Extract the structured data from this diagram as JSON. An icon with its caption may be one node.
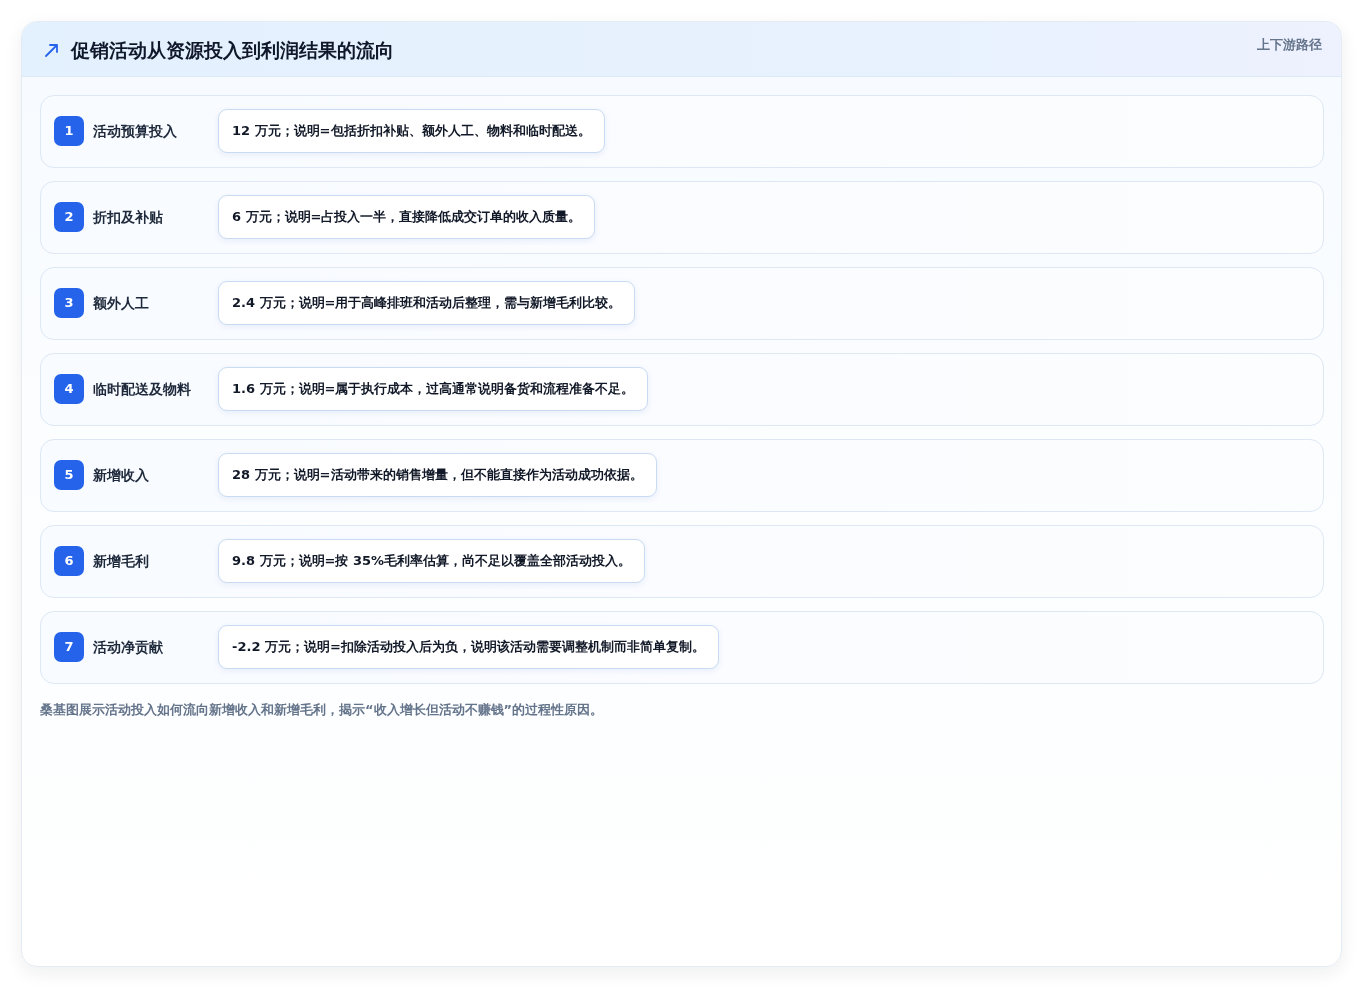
{
  "diagram": {
    "title": "促销活动从资源投入到利润结果的流向",
    "caption": "桑基图展示活动投入如何流向新增收入和新增毛利，揭示“收入增长但活动不赚钱”的过程性原因。",
    "labels": [
      "上下游路径"
    ],
    "nodes": [
      {
        "text": [
          "活动预算投入"
        ]
      },
      {
        "text": [
          "1"
        ],
        "in": 0
      },
      {
        "text": [
          "**12** 万元；说明=包括折扣补贴、额外人工、物料和临时配送。"
        ],
        "in": 0
      },
      {
        "text": [
          "折扣及补贴"
        ]
      },
      {
        "text": [
          "2"
        ],
        "in": 3
      },
      {
        "text": [
          "**6** 万元；说明=占投入一半，直接降低成交订单的收入质量。"
        ],
        "in": 3
      },
      {
        "text": [
          "额外人工"
        ]
      },
      {
        "text": [
          "3"
        ],
        "in": 6
      },
      {
        "text": [
          "**2.4** 万元；说明=用于高峰排班和活动后整理，需与新增毛利比较。"
        ],
        "in": 6
      },
      {
        "text": [
          "临时配送及物料"
        ]
      },
      {
        "text": [
          "4"
        ],
        "in": 9
      },
      {
        "text": [
          "**1.6** 万元；说明=属于执行成本，过高通常说明备货和流程准备不足。"
        ],
        "in": 9
      },
      {
        "text": [
          "新增收入"
        ]
      },
      {
        "text": [
          "5"
        ],
        "in": 12
      },
      {
        "text": [
          "**28** 万元；说明=活动带来的销售增量，但不能直接作为活动成功依据。"
        ],
        "in": 12
      },
      {
        "text": [
          "新增毛利"
        ]
      },
      {
        "text": [
          "6"
        ],
        "in": 15
      },
      {
        "text": [
          "**9.8** 万元；说明=按 **35%**毛利率估算，尚不足以覆盖全部活动投入。"
        ],
        "in": 15
      },
      {
        "text": [
          "活动净贡献"
        ]
      },
      {
        "text": [
          "7"
        ],
        "in": 18
      },
      {
        "text": [
          "**-2.2** 万元；说明=扣除活动投入后为负，说明该活动需要调整机制而非简单复制。"
        ],
        "in": 18
      }
    ]
  }
}
